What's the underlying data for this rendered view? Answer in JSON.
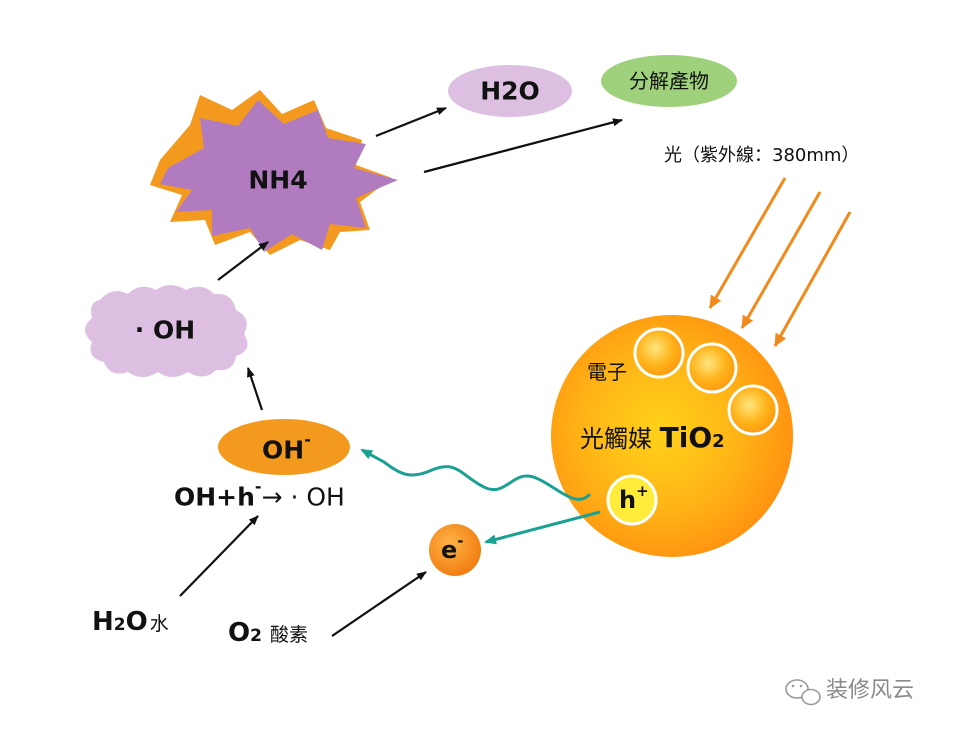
{
  "diagram": {
    "nodes": {
      "h2o_product": "H2O",
      "decomposition_products": "分解產物",
      "nh4": "NH4",
      "hydroxyl_radical": "· OH",
      "hydroxide_ion": "OH",
      "hydroxide_ion_charge": "-",
      "reaction": "OH+h",
      "reaction_charge": "-",
      "reaction_product": "→ · OH",
      "water_formula_h": "H",
      "water_formula_sub": "2",
      "water_formula_o": "O",
      "water_name": "水",
      "oxygen_formula": "O",
      "oxygen_sub": "2",
      "oxygen_name": "酸素",
      "electron_node": "e",
      "electron_node_charge": "-",
      "hole_node": "h",
      "hole_node_charge": "+",
      "electrons_label": "電子",
      "catalyst_name": "光觸媒 ",
      "catalyst_formula": "TiO",
      "catalyst_sub": "2"
    },
    "light_label": "光（紫外線：380mm）",
    "watermark": "装修风云",
    "colors": {
      "orange": "#f39a1e",
      "sphere_core": "#ffd21a",
      "purple": "#b07cbf",
      "lilac": "#ddbfe2",
      "green": "#9fd17c",
      "teal": "#1aa192",
      "light_arrow": "#f08a1c"
    }
  }
}
